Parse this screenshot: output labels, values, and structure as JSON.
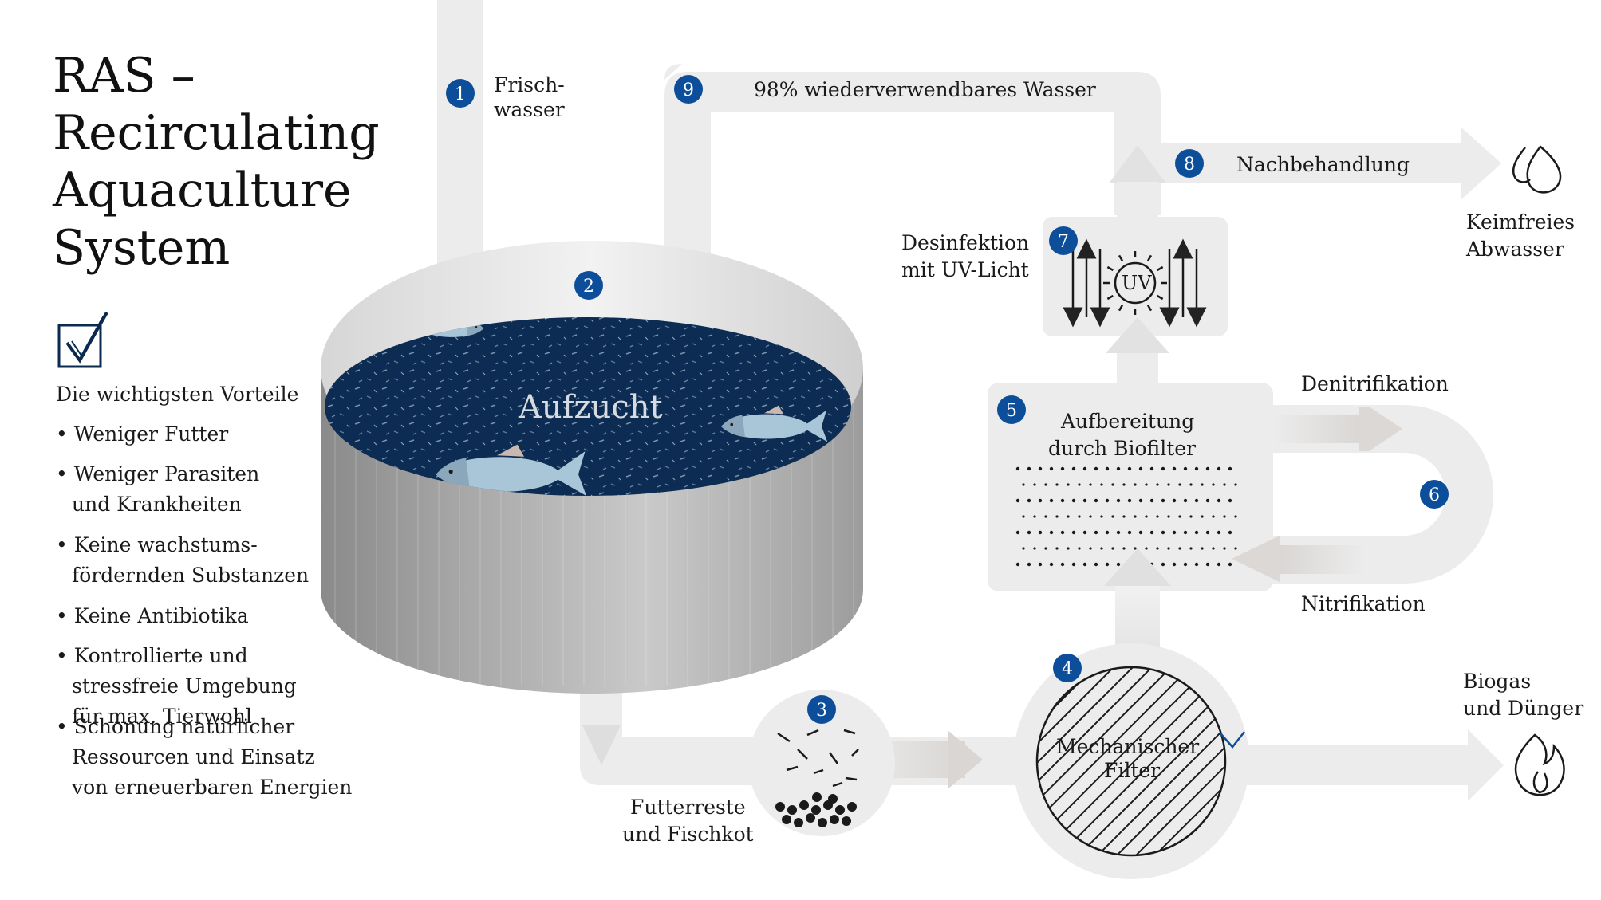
{
  "title": {
    "line1": "RAS  –",
    "line2": "Recirculating",
    "line3": "Aquaculture",
    "line4": "System"
  },
  "advantages": {
    "heading": "Die wichtigsten Vorteile",
    "items": [
      {
        "lines": [
          "Weniger Futter"
        ]
      },
      {
        "lines": [
          "Weniger Parasiten",
          "und Krankheiten"
        ]
      },
      {
        "lines": [
          "Keine wachstums-",
          "fördernden Substanzen"
        ]
      },
      {
        "lines": [
          "Keine Antibiotika"
        ]
      },
      {
        "lines": [
          "Kontrollierte und",
          "stressfreie Umgebung",
          "für max. Tierwohl"
        ]
      },
      {
        "lines": [
          "Schonung natürlicher",
          "Ressourcen und Einsatz",
          "von erneuerbaren Energien"
        ]
      }
    ]
  },
  "steps": {
    "s1": {
      "number": "1",
      "label1": "Frisch-",
      "label2": "wasser"
    },
    "s2": {
      "number": "2",
      "label": "Aufzucht"
    },
    "s3": {
      "number": "3",
      "label1": "Futterreste",
      "label2": "und Fischkot"
    },
    "s4": {
      "number": "4",
      "label1": "Mechanischer",
      "label2": "Filter"
    },
    "s5": {
      "number": "5",
      "label1": "Aufbereitung",
      "label2": "durch Biofilter"
    },
    "s6": {
      "number": "6",
      "label_top": "Denitrifikation",
      "label_bottom": "Nitrifikation"
    },
    "s7": {
      "number": "7",
      "label1": "Desinfektion",
      "label2": "mit UV-Licht",
      "uv": "UV"
    },
    "s8": {
      "number": "8",
      "label": "Nachbehandlung"
    },
    "s9": {
      "number": "9",
      "label": "98% wiederverwendbares Wasser"
    }
  },
  "outputs": {
    "wastewater": {
      "label1": "Keimfreies",
      "label2": "Abwasser",
      "icon": "water-drops-icon"
    },
    "biogas": {
      "label1": "Biogas",
      "label2": "und Dünger",
      "icon": "flame-icon"
    }
  },
  "colors": {
    "badge": "#0c4e9a",
    "pipe": "#ececec",
    "water": "#0b2a4f",
    "tank": "#a9a9a9"
  }
}
